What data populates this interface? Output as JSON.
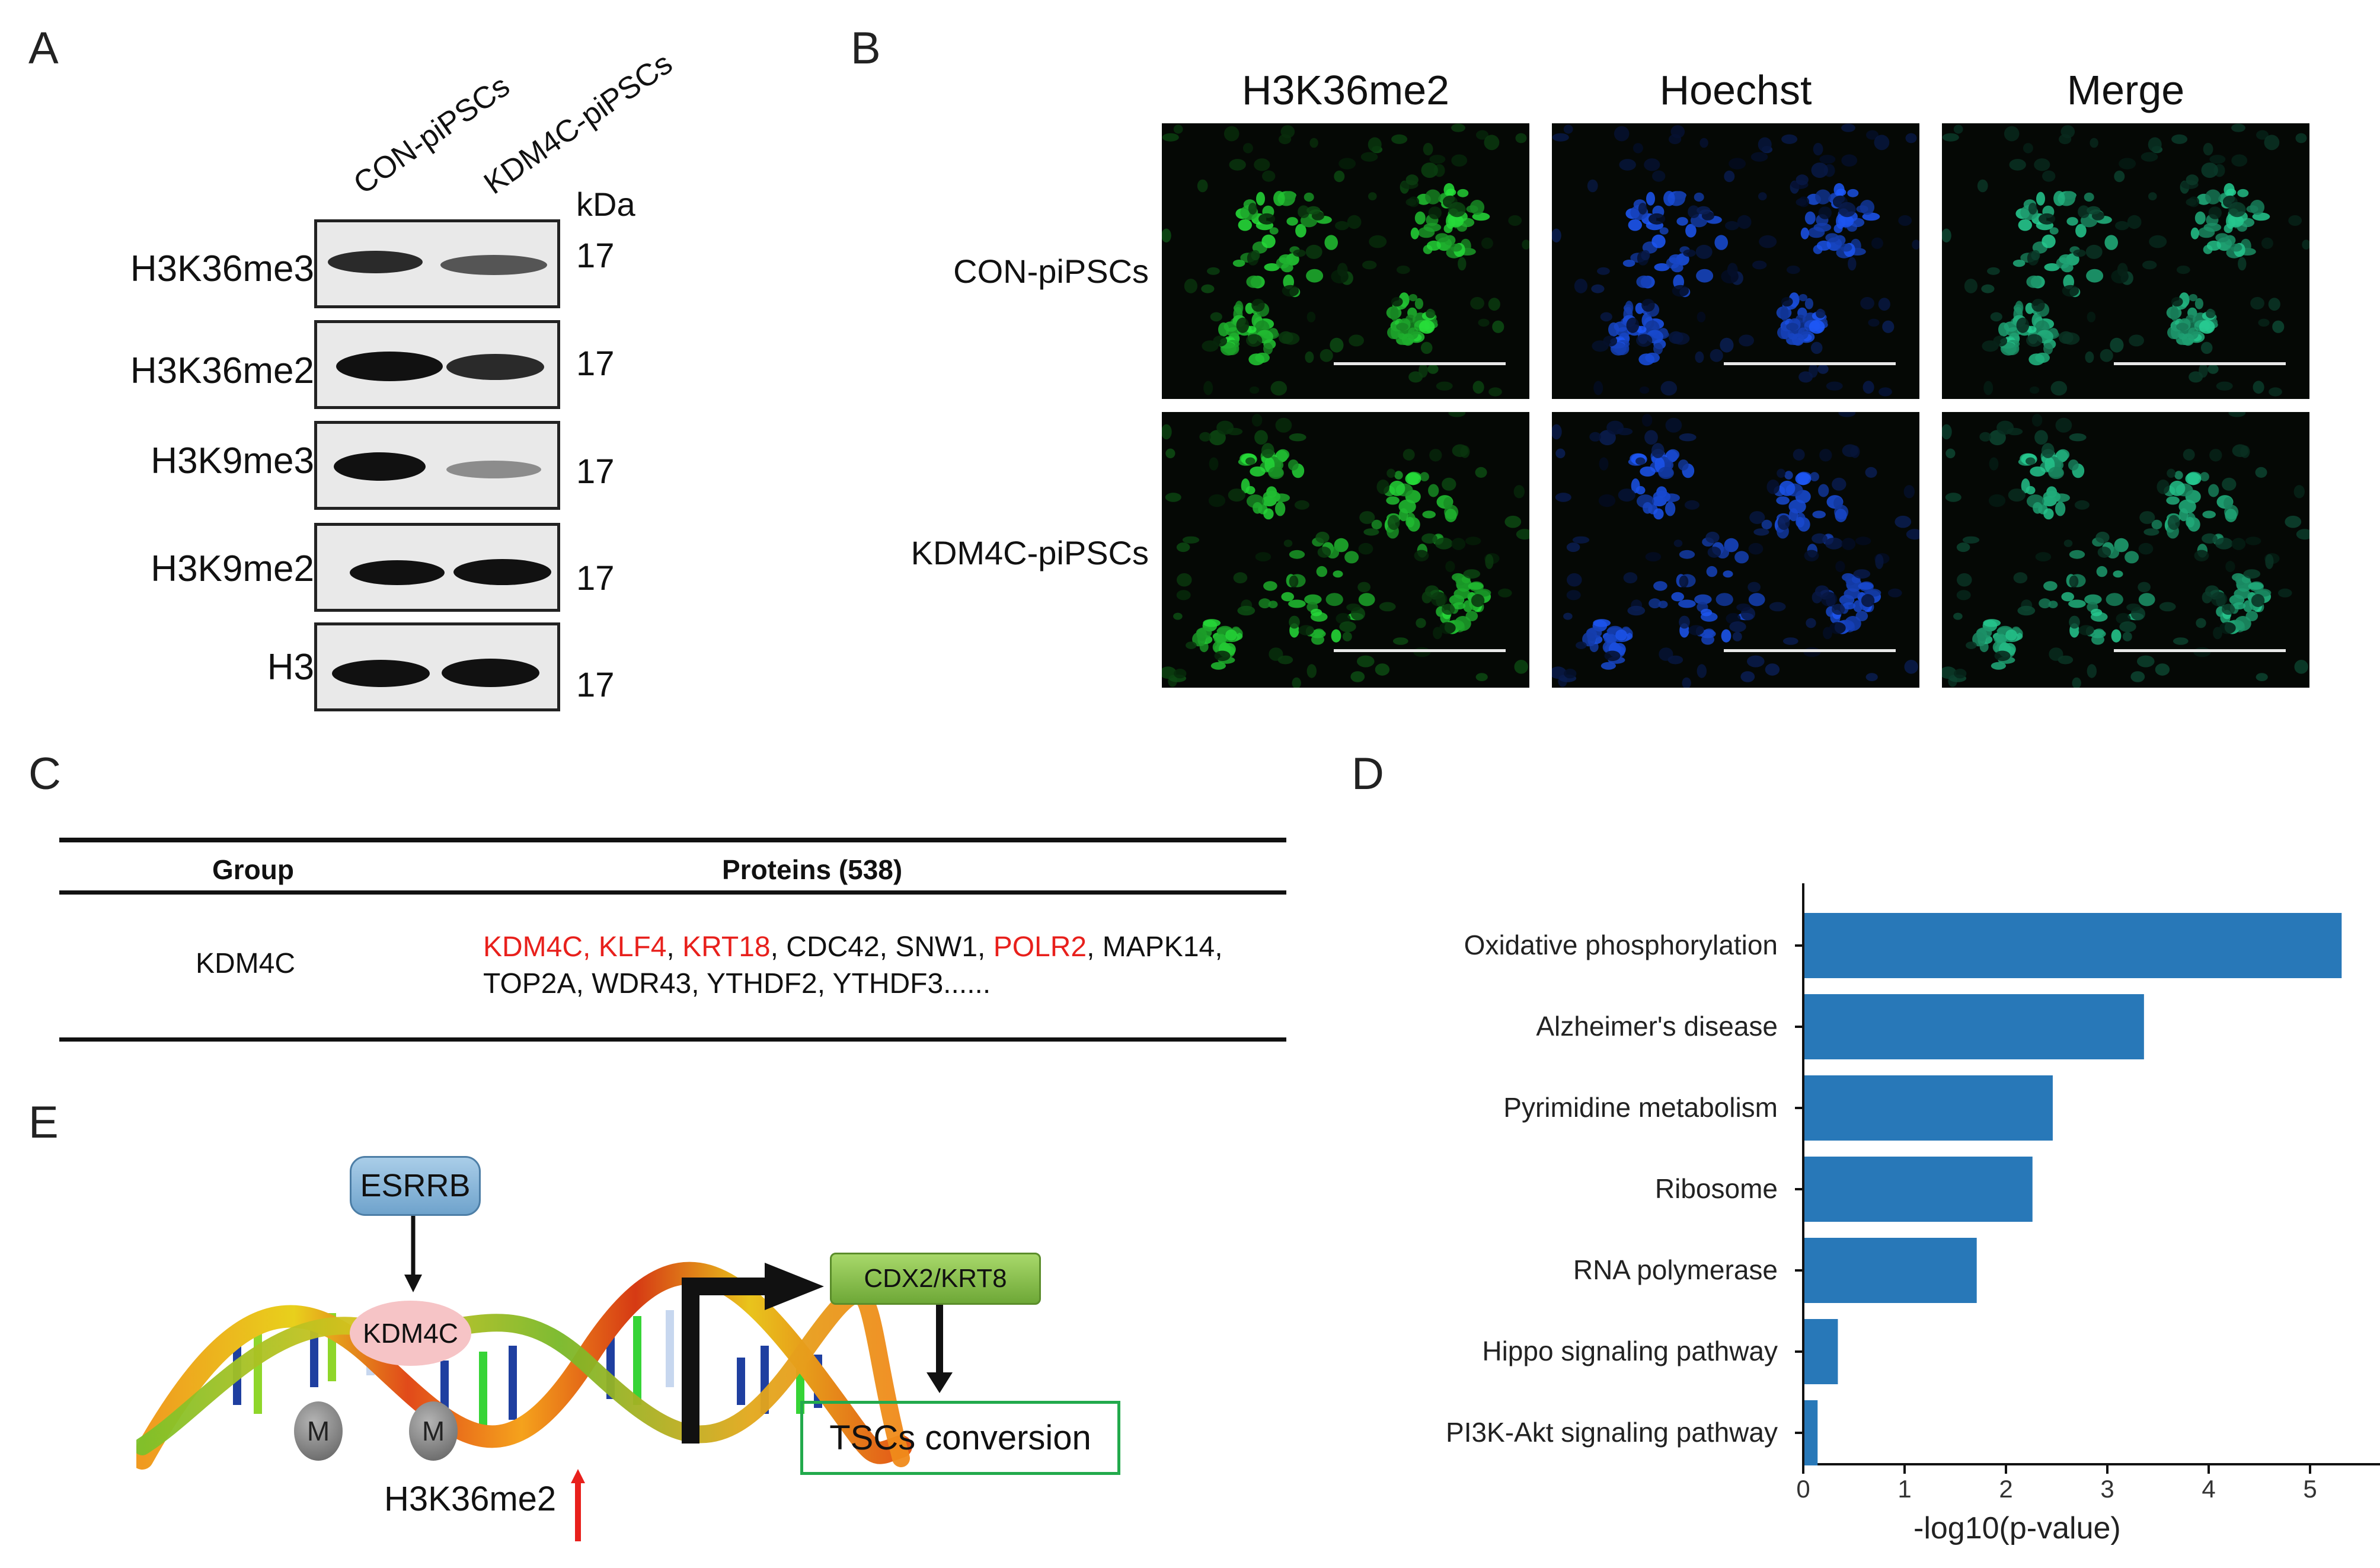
{
  "panels": {
    "a": "A",
    "b": "B",
    "c": "C",
    "d": "D",
    "e": "E"
  },
  "panel_a": {
    "lanes": [
      "CON-piPSCs",
      "KDM4C-piPSCs"
    ],
    "kda_header": "kDa",
    "blots": [
      {
        "label": "H3K36me3",
        "kda": "17"
      },
      {
        "label": "H3K36me2",
        "kda": "17"
      },
      {
        "label": "H3K9me3",
        "kda": "17"
      },
      {
        "label": "H3K9me2",
        "kda": "17"
      },
      {
        "label": "H3",
        "kda": "17"
      }
    ]
  },
  "panel_b": {
    "columns": [
      "H3K36me2",
      "Hoechst",
      "Merge"
    ],
    "rows": [
      "CON-piPSCs",
      "KDM4C-piPSCs"
    ]
  },
  "panel_c": {
    "headers": {
      "group": "Group",
      "proteins": "Proteins (538)"
    },
    "group": "KDM4C",
    "line1": [
      {
        "text": "KDM4C, KLF4",
        "color": "#e8201c"
      },
      {
        "text": ", ",
        "color": "#111111"
      },
      {
        "text": "KRT18",
        "color": "#e8201c"
      },
      {
        "text": ", CDC42, SNW1,  ",
        "color": "#111111"
      },
      {
        "text": "POLR2",
        "color": "#e8201c"
      },
      {
        "text": ", MAPK14,",
        "color": "#111111"
      }
    ],
    "line2": "TOP2A,  WDR43, YTHDF2, YTHDF3......"
  },
  "chart_data": {
    "type": "bar",
    "orientation": "horizontal",
    "categories": [
      "Oxidative phosphorylation",
      "Alzheimer's disease",
      "Pyrimidine metabolism",
      "Ribosome",
      "RNA polymerase",
      "Hippo signaling pathway",
      "PI3K-Akt signaling pathway"
    ],
    "values": [
      5.3,
      3.35,
      2.45,
      2.25,
      1.7,
      0.33,
      0.13
    ],
    "xlabel": "-log10(p-value)",
    "xlim": [
      0,
      5.5
    ],
    "xticks": [
      "0",
      "1",
      "2",
      "3",
      "4",
      "5"
    ],
    "bar_color": "#2878b8",
    "grid": false
  },
  "panel_e": {
    "esrrb": "ESRRB",
    "kdm4c": "KDM4C",
    "m": "M",
    "cdx": "CDX2/KRT8",
    "tsc": "TSCs conversion",
    "h3k": "H3K36me2"
  }
}
